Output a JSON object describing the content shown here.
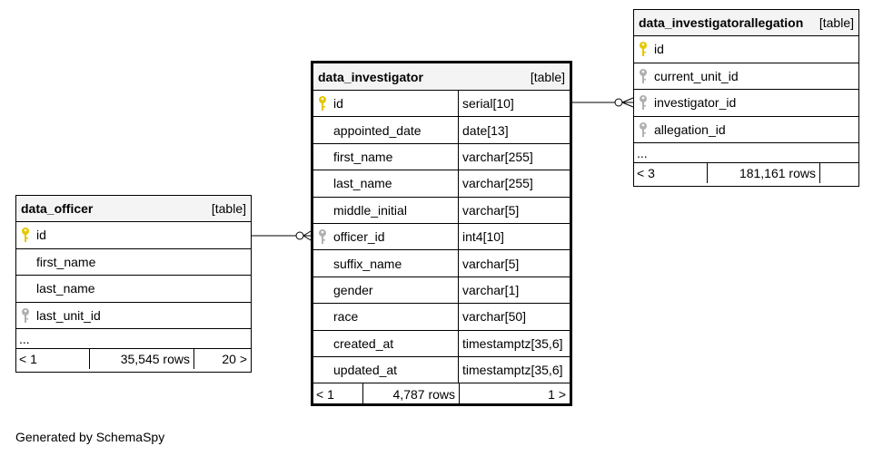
{
  "tables": {
    "officer": {
      "name": "data_officer",
      "kind": "[table]",
      "columns": [
        {
          "name": "id",
          "key": "primary"
        },
        {
          "name": "first_name",
          "key": "none"
        },
        {
          "name": "last_name",
          "key": "none"
        },
        {
          "name": "last_unit_id",
          "key": "foreign"
        }
      ],
      "more": "...",
      "footer": {
        "left": "< 1",
        "rows": "35,545 rows",
        "right": "20 >"
      }
    },
    "investigator": {
      "name": "data_investigator",
      "kind": "[table]",
      "columns": [
        {
          "name": "id",
          "type": "serial[10]",
          "key": "primary"
        },
        {
          "name": "appointed_date",
          "type": "date[13]",
          "key": "none"
        },
        {
          "name": "first_name",
          "type": "varchar[255]",
          "key": "none"
        },
        {
          "name": "last_name",
          "type": "varchar[255]",
          "key": "none"
        },
        {
          "name": "middle_initial",
          "type": "varchar[5]",
          "key": "none"
        },
        {
          "name": "officer_id",
          "type": "int4[10]",
          "key": "foreign"
        },
        {
          "name": "suffix_name",
          "type": "varchar[5]",
          "key": "none"
        },
        {
          "name": "gender",
          "type": "varchar[1]",
          "key": "none"
        },
        {
          "name": "race",
          "type": "varchar[50]",
          "key": "none"
        },
        {
          "name": "created_at",
          "type": "timestamptz[35,6]",
          "key": "none"
        },
        {
          "name": "updated_at",
          "type": "timestamptz[35,6]",
          "key": "none"
        }
      ],
      "footer": {
        "left": "< 1",
        "rows": "4,787 rows",
        "right": "1 >"
      }
    },
    "allegation": {
      "name": "data_investigatorallegation",
      "kind": "[table]",
      "columns": [
        {
          "name": "id",
          "key": "primary"
        },
        {
          "name": "current_unit_id",
          "key": "foreign"
        },
        {
          "name": "investigator_id",
          "key": "foreign"
        },
        {
          "name": "allegation_id",
          "key": "foreign"
        }
      ],
      "more": "...",
      "footer": {
        "left": "< 3",
        "rows": "181,161 rows",
        "right": ""
      }
    }
  },
  "colors": {
    "primary_key": "#e6c700",
    "foreign_key": "#b0b0b0",
    "header_bg": "#f4f4f4"
  },
  "generated_by": "Generated by SchemaSpy"
}
